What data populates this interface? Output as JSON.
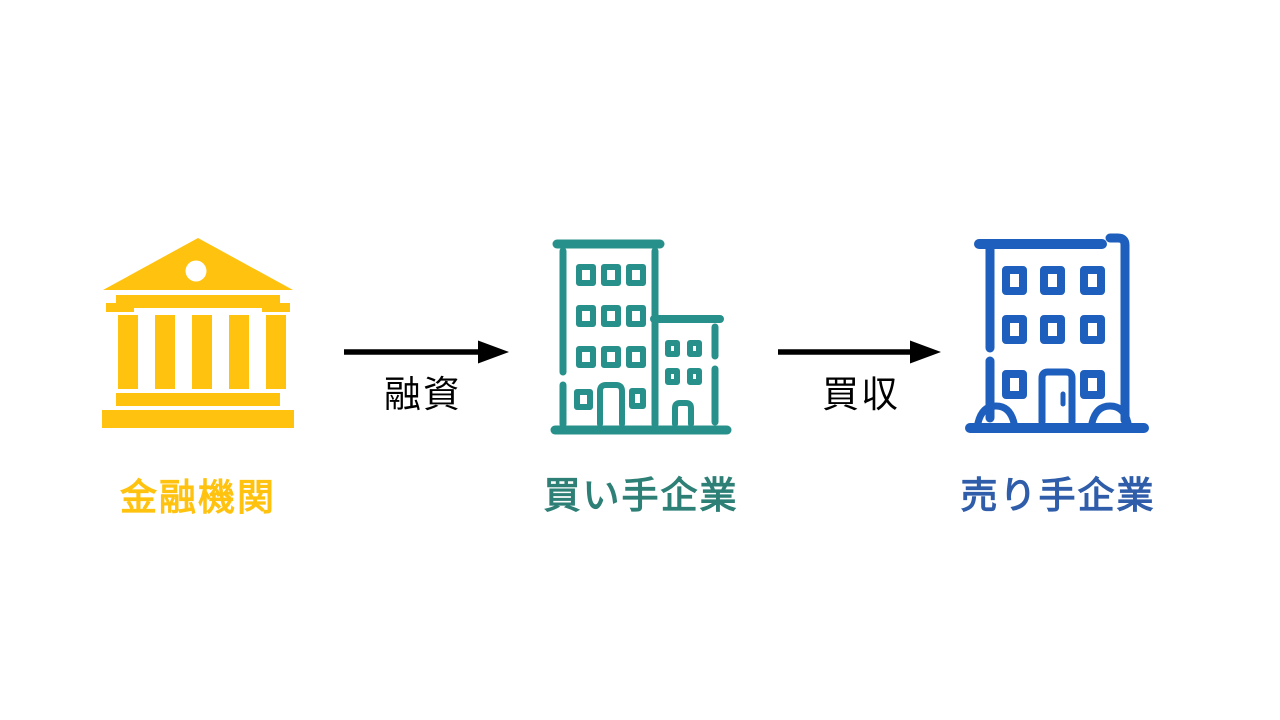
{
  "diagram": {
    "background_color": "#ffffff",
    "nodes": [
      {
        "id": "financial-institution",
        "label": "金融機関",
        "label_color": "#FFC20E",
        "icon": "bank-icon",
        "icon_color": "#FFC20E"
      },
      {
        "id": "buyer-company",
        "label": "買い手企業",
        "label_color": "#2E8077",
        "icon": "office-buildings-icon",
        "icon_color": "#27908A"
      },
      {
        "id": "seller-company",
        "label": "売り手企業",
        "label_color": "#2F5DA9",
        "icon": "apartment-building-icon",
        "icon_color": "#1E5FBE"
      }
    ],
    "arrows": [
      {
        "from": "financial-institution",
        "to": "buyer-company",
        "label": "融資",
        "color": "#000000"
      },
      {
        "from": "buyer-company",
        "to": "seller-company",
        "label": "買収",
        "color": "#000000"
      }
    ]
  }
}
